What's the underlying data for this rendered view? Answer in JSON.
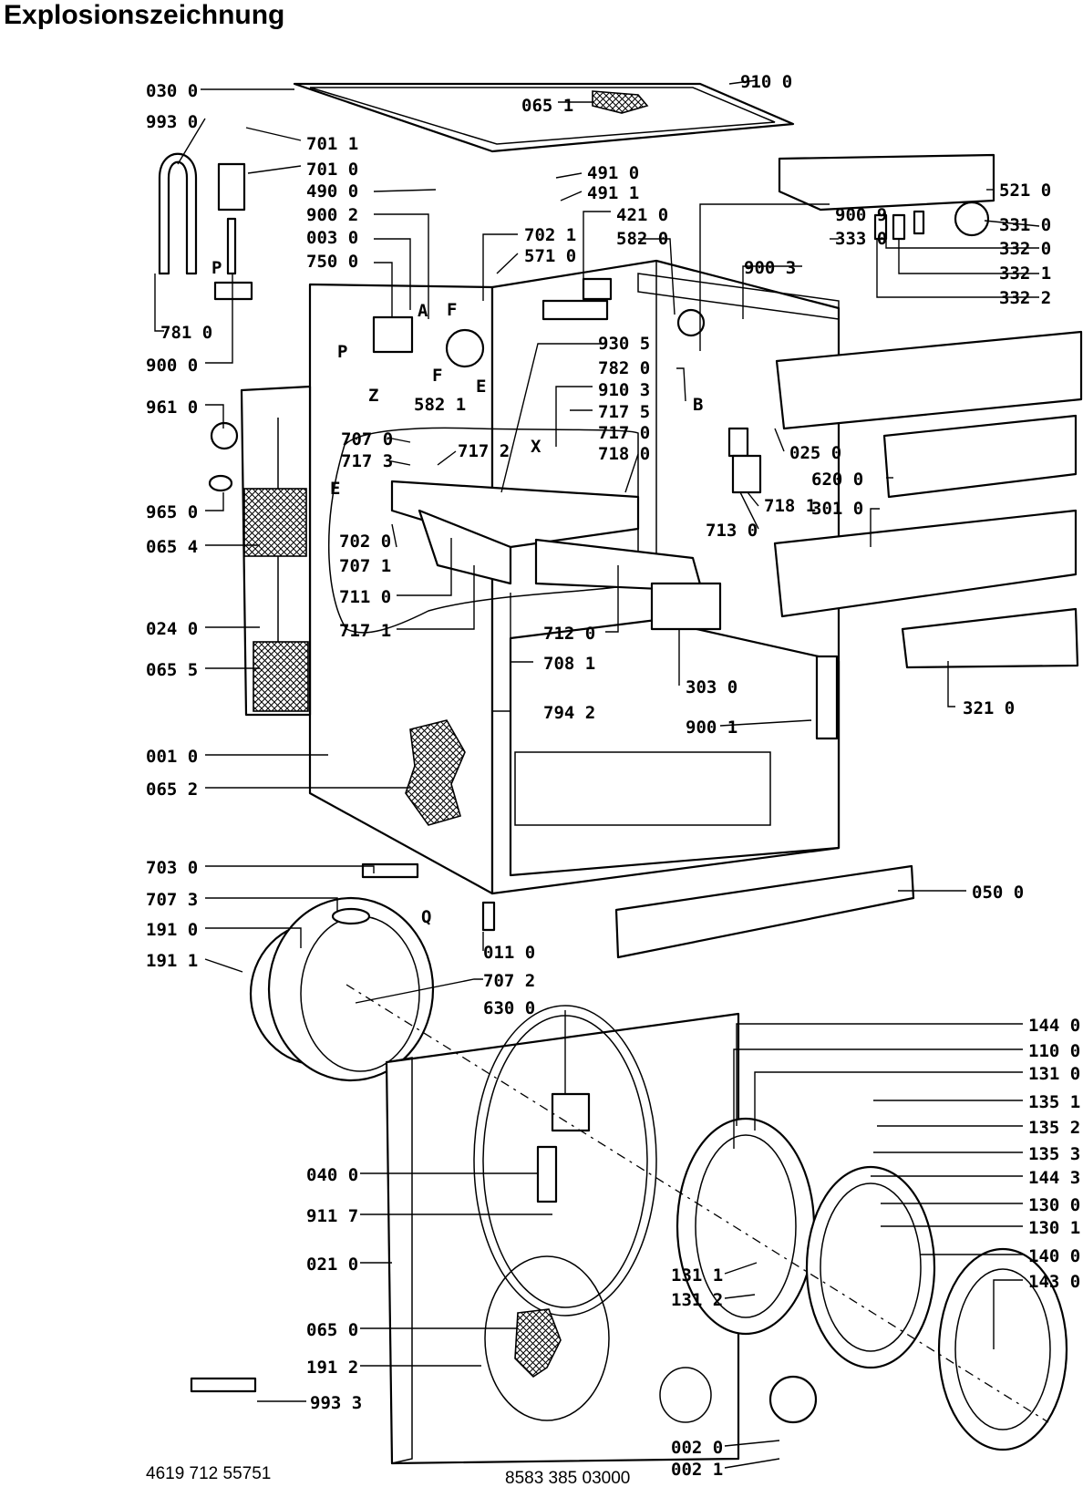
{
  "title": "Explosionszeichnung",
  "footer": {
    "left_code": "4619 712 55751",
    "center_code": "8583 385 03000"
  },
  "labels": {
    "l0300": "030 0",
    "l0651": "065 1",
    "l9100": "910 0",
    "l9930": "993 0",
    "l7011": "701 1",
    "l7010": "701 0",
    "l4900": "490 0",
    "l4910": "491 0",
    "l4911": "491 1",
    "l9002": "900 2",
    "l4210": "421 0",
    "l0030": "003 0",
    "l7021": "702 1",
    "l5710": "571 0",
    "l5820": "582 0",
    "l9009": "900 9",
    "l3330": "333 0",
    "l5210": "521 0",
    "l3310": "331 0",
    "l3320": "332 0",
    "l3321": "332 1",
    "l3322": "332 2",
    "l7500": "750 0",
    "l9003": "900 3",
    "l7810": "781 0",
    "l9000": "900 0",
    "l5821": "582 1",
    "l9305": "930 5",
    "l7820": "782 0",
    "l9103": "910 3",
    "l7175": "717 5",
    "l7170": "717 0",
    "l7180": "718 0",
    "l9610": "961 0",
    "l7070": "707 0",
    "l7173": "717 3",
    "l7172": "717 2",
    "l0250": "025 0",
    "l6200": "620 0",
    "l7181": "718 1",
    "l7130": "713 0",
    "l3010": "301 0",
    "l9650": "965 0",
    "l7020": "702 0",
    "l0654": "065 4",
    "l7071": "707 1",
    "l7110": "711 0",
    "l0240": "024 0",
    "l7171": "717 1",
    "l7120": "712 0",
    "l7081": "708 1",
    "l3030": "303 0",
    "l3210": "321 0",
    "l0655": "065 5",
    "l7942": "794 2",
    "l9001": "900 1",
    "l0010": "001 0",
    "l0652": "065 2",
    "l7030": "703 0",
    "l0500": "050 0",
    "l7073": "707 3",
    "l1910": "191 0",
    "l0110": "011 0",
    "l1911": "191 1",
    "l7072": "707 2",
    "l6300": "630 0",
    "l1440": "144 0",
    "l1100": "110 0",
    "l1310": "131 0",
    "l1351": "135 1",
    "l1352": "135 2",
    "l1353": "135 3",
    "l0400": "040 0",
    "l1443": "144 3",
    "l9117": "911 7",
    "l1300": "130 0",
    "l1301": "130 1",
    "l0210": "021 0",
    "l1311": "131 1",
    "l1400": "140 0",
    "l1312": "131 2",
    "l1430": "143 0",
    "l0650": "065 0",
    "l1912": "191 2",
    "l9933": "993 3",
    "l0020": "002 0",
    "l0021": "002 1"
  },
  "letters": {
    "p1": "P",
    "p2": "P",
    "a": "A",
    "f1": "F",
    "f2": "F",
    "e1": "E",
    "e2": "E",
    "z": "Z",
    "b": "B",
    "x": "X",
    "q": "Q"
  }
}
